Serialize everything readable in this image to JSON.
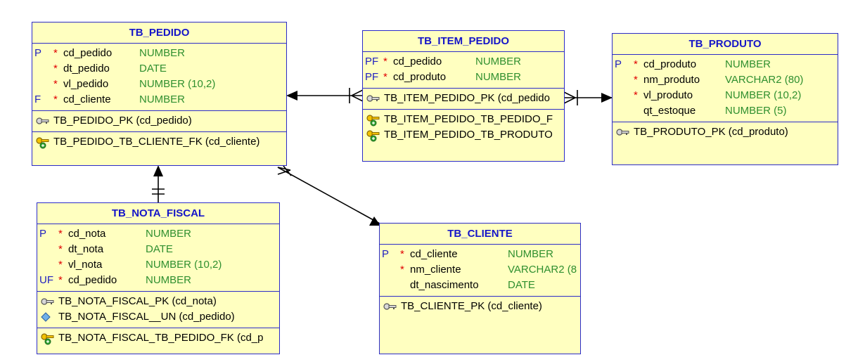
{
  "tables": {
    "pedido": {
      "name": "TB_PEDIDO",
      "columns": [
        {
          "flag": "P",
          "req": "*",
          "name": "cd_pedido",
          "type": "NUMBER"
        },
        {
          "flag": "",
          "req": "*",
          "name": "dt_pedido",
          "type": "DATE"
        },
        {
          "flag": "",
          "req": "*",
          "name": "vl_pedido",
          "type": "NUMBER (10,2)"
        },
        {
          "flag": "F",
          "req": "*",
          "name": "cd_cliente",
          "type": "NUMBER"
        }
      ],
      "pk": "TB_PEDIDO_PK (cd_pedido)",
      "fks": [
        "TB_PEDIDO_TB_CLIENTE_FK (cd_cliente)"
      ]
    },
    "item_pedido": {
      "name": "TB_ITEM_PEDIDO",
      "columns": [
        {
          "flag": "PF",
          "req": "*",
          "name": "cd_pedido",
          "type": "NUMBER"
        },
        {
          "flag": "PF",
          "req": "*",
          "name": "cd_produto",
          "type": "NUMBER"
        }
      ],
      "pk": "TB_ITEM_PEDIDO_PK (cd_pedido",
      "fks": [
        "TB_ITEM_PEDIDO_TB_PEDIDO_F",
        "TB_ITEM_PEDIDO_TB_PRODUTO"
      ]
    },
    "produto": {
      "name": "TB_PRODUTO",
      "columns": [
        {
          "flag": "P",
          "req": "*",
          "name": "cd_produto",
          "type": "NUMBER"
        },
        {
          "flag": "",
          "req": "*",
          "name": "nm_produto",
          "type": "VARCHAR2 (80)"
        },
        {
          "flag": "",
          "req": "*",
          "name": "vl_produto",
          "type": "NUMBER (10,2)"
        },
        {
          "flag": "",
          "req": "",
          "name": "qt_estoque",
          "type": "NUMBER (5)"
        }
      ],
      "pk": "TB_PRODUTO_PK (cd_produto)"
    },
    "nota_fiscal": {
      "name": "TB_NOTA_FISCAL",
      "columns": [
        {
          "flag": "P",
          "req": "*",
          "name": "cd_nota",
          "type": "NUMBER"
        },
        {
          "flag": "",
          "req": "*",
          "name": "dt_nota",
          "type": "DATE"
        },
        {
          "flag": "",
          "req": "*",
          "name": "vl_nota",
          "type": "NUMBER (10,2)"
        },
        {
          "flag": "UF",
          "req": "*",
          "name": "cd_pedido",
          "type": "NUMBER"
        }
      ],
      "pk": "TB_NOTA_FISCAL_PK (cd_nota)",
      "uk": "TB_NOTA_FISCAL__UN (cd_pedido)",
      "fks": [
        "TB_NOTA_FISCAL_TB_PEDIDO_FK (cd_p"
      ]
    },
    "cliente": {
      "name": "TB_CLIENTE",
      "columns": [
        {
          "flag": "P",
          "req": "*",
          "name": "cd_cliente",
          "type": "NUMBER"
        },
        {
          "flag": "",
          "req": "*",
          "name": "nm_cliente",
          "type": "VARCHAR2 (8"
        },
        {
          "flag": "",
          "req": "",
          "name": "dt_nascimento",
          "type": "DATE"
        }
      ],
      "pk": "TB_CLIENTE_PK (cd_cliente)"
    }
  },
  "colors": {
    "table_fill": "#ffffc0",
    "table_border": "#2b2bc8",
    "title": "#1515c8",
    "type": "#2f8f2f",
    "required": "#e00000"
  },
  "icons": {
    "pk": "key-icon",
    "fk": "foreign-key-icon",
    "uk": "unique-key-icon"
  }
}
